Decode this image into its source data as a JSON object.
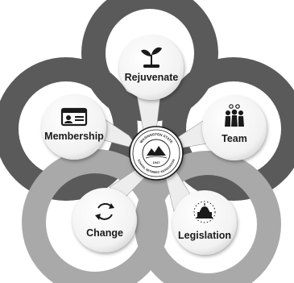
{
  "diagram": {
    "nodes": [
      {
        "id": "rejuvenate",
        "label": "Rejuvenate",
        "icon": "sprout-icon"
      },
      {
        "id": "team",
        "label": "Team",
        "icon": "people-group-icon"
      },
      {
        "id": "legislation",
        "label": "Legislation",
        "icon": "capitol-building-icon"
      },
      {
        "id": "change",
        "label": "Change",
        "icon": "cycle-arrows-icon"
      },
      {
        "id": "membership",
        "label": "Membership",
        "icon": "id-card-icon"
      }
    ],
    "seal": {
      "top_text": "WASHINGTON STATE",
      "bottom_text": "SCHOOL RETIREES' ASSOCIATION",
      "year": "1947"
    },
    "colors": {
      "arc_dark": "#5a5a5a",
      "arc_light": "#a9a9a9",
      "node_fill": "#ffffff",
      "icon": "#1a1a1a",
      "arrow": "#ededed"
    }
  }
}
